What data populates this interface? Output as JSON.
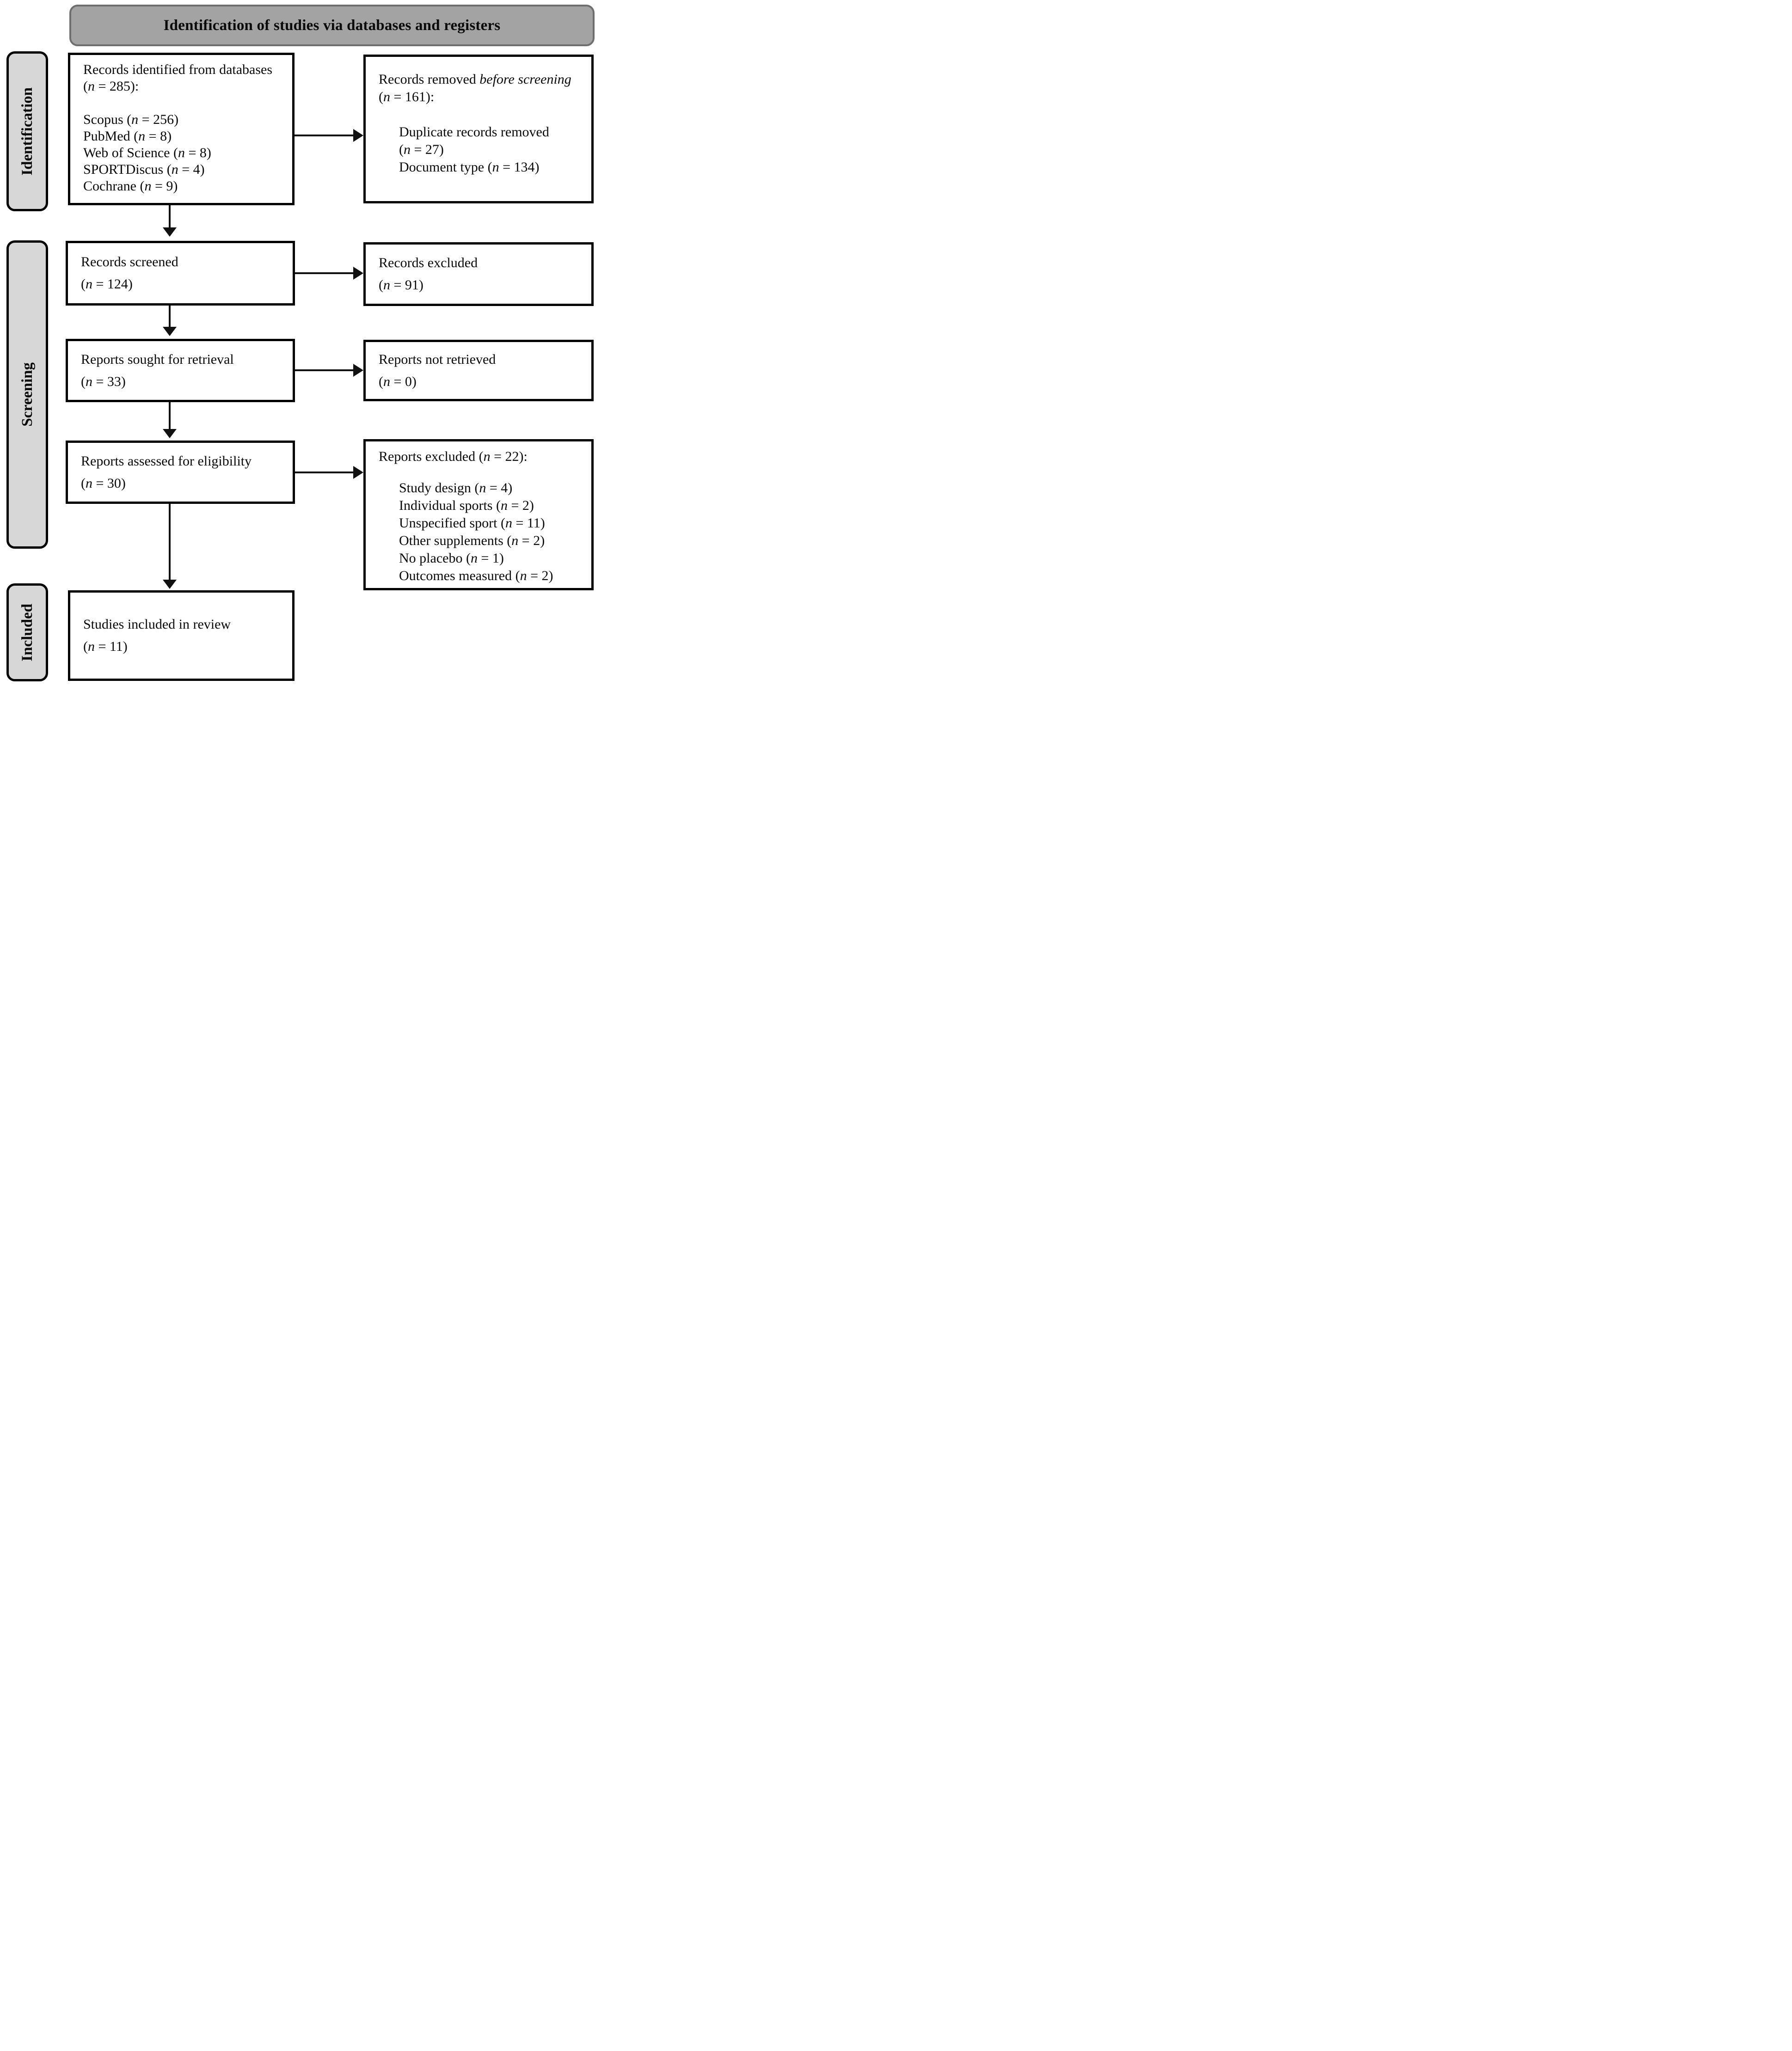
{
  "title": "Identification of studies via databases and registers",
  "colors": {
    "banner_fill": "#a3a3a3",
    "banner_border": "#6f6f6f",
    "stage_label_fill": "#d7d7d7",
    "box_border": "#000000",
    "arrow": "#111111"
  },
  "stage_labels": [
    {
      "label": "Identification"
    },
    {
      "label": "Screening"
    },
    {
      "label": "Included"
    }
  ],
  "boxes": {
    "records_identified": {
      "lines": [
        {
          "seg": [
            {
              "t": "Records identified from databases"
            }
          ]
        },
        {
          "seg": [
            {
              "t": "("
            },
            {
              "t": "n",
              "i": true
            },
            {
              "t": " = 285):"
            }
          ]
        },
        {
          "blank": true
        },
        {
          "seg": [
            {
              "t": "Scopus ("
            },
            {
              "t": "n",
              "i": true
            },
            {
              "t": " = 256)"
            }
          ]
        },
        {
          "seg": [
            {
              "t": "PubMed ("
            },
            {
              "t": "n",
              "i": true
            },
            {
              "t": " = 8)"
            }
          ]
        },
        {
          "seg": [
            {
              "t": "Web of Science ("
            },
            {
              "t": "n",
              "i": true
            },
            {
              "t": " = 8)"
            }
          ]
        },
        {
          "seg": [
            {
              "t": "SPORTDiscus ("
            },
            {
              "t": "n",
              "i": true
            },
            {
              "t": " = 4)"
            }
          ]
        },
        {
          "seg": [
            {
              "t": "Cochrane ("
            },
            {
              "t": "n",
              "i": true
            },
            {
              "t": " = 9)"
            }
          ]
        }
      ]
    },
    "records_removed": {
      "lines": [
        {
          "seg": [
            {
              "t": "Records removed "
            },
            {
              "t": "before screening",
              "i": true
            }
          ]
        },
        {
          "seg": [
            {
              "t": "("
            },
            {
              "t": "n",
              "i": true
            },
            {
              "t": " = 161):"
            }
          ]
        },
        {
          "blank": true
        },
        {
          "indent": true,
          "seg": [
            {
              "t": "Duplicate records removed"
            }
          ]
        },
        {
          "indent": true,
          "seg": [
            {
              "t": "("
            },
            {
              "t": "n",
              "i": true
            },
            {
              "t": " = 27)"
            }
          ]
        },
        {
          "indent": true,
          "seg": [
            {
              "t": "Document type ("
            },
            {
              "t": "n",
              "i": true
            },
            {
              "t": " = 134)"
            }
          ]
        }
      ]
    },
    "records_screened": {
      "lines": [
        {
          "seg": [
            {
              "t": "Records screened"
            }
          ]
        },
        {
          "seg": [
            {
              "t": "("
            },
            {
              "t": "n",
              "i": true
            },
            {
              "t": " = 124)"
            }
          ]
        }
      ]
    },
    "records_excluded": {
      "lines": [
        {
          "seg": [
            {
              "t": "Records excluded"
            }
          ]
        },
        {
          "seg": [
            {
              "t": "("
            },
            {
              "t": "n",
              "i": true
            },
            {
              "t": " = 91)"
            }
          ]
        }
      ]
    },
    "reports_sought": {
      "lines": [
        {
          "seg": [
            {
              "t": "Reports sought for retrieval"
            }
          ]
        },
        {
          "seg": [
            {
              "t": "("
            },
            {
              "t": "n",
              "i": true
            },
            {
              "t": " = 33)"
            }
          ]
        }
      ]
    },
    "reports_not_retrieved": {
      "lines": [
        {
          "seg": [
            {
              "t": "Reports not retrieved"
            }
          ]
        },
        {
          "seg": [
            {
              "t": "("
            },
            {
              "t": "n",
              "i": true
            },
            {
              "t": " = 0)"
            }
          ]
        }
      ]
    },
    "reports_assessed": {
      "lines": [
        {
          "seg": [
            {
              "t": "Reports assessed for eligibility"
            }
          ]
        },
        {
          "seg": [
            {
              "t": "("
            },
            {
              "t": "n",
              "i": true
            },
            {
              "t": " = 30)"
            }
          ]
        }
      ]
    },
    "reports_excluded": {
      "lines": [
        {
          "seg": [
            {
              "t": "Reports excluded ("
            },
            {
              "t": "n",
              "i": true
            },
            {
              "t": " = 22):"
            }
          ]
        },
        {
          "blank": true
        },
        {
          "indent": true,
          "seg": [
            {
              "t": "Study design ("
            },
            {
              "t": "n",
              "i": true
            },
            {
              "t": " = 4)"
            }
          ]
        },
        {
          "indent": true,
          "seg": [
            {
              "t": "Individual sports ("
            },
            {
              "t": "n",
              "i": true
            },
            {
              "t": " = 2)"
            }
          ]
        },
        {
          "indent": true,
          "seg": [
            {
              "t": "Unspecified sport ("
            },
            {
              "t": "n",
              "i": true
            },
            {
              "t": " = 11)"
            }
          ]
        },
        {
          "indent": true,
          "seg": [
            {
              "t": "Other supplements ("
            },
            {
              "t": "n",
              "i": true
            },
            {
              "t": " = 2)"
            }
          ]
        },
        {
          "indent": true,
          "seg": [
            {
              "t": "No placebo ("
            },
            {
              "t": "n",
              "i": true
            },
            {
              "t": " = 1)"
            }
          ]
        },
        {
          "indent": true,
          "seg": [
            {
              "t": "Outcomes measured ("
            },
            {
              "t": "n",
              "i": true
            },
            {
              "t": " = 2)"
            }
          ]
        }
      ]
    },
    "studies_included": {
      "lines": [
        {
          "seg": [
            {
              "t": "Studies included in review"
            }
          ]
        },
        {
          "seg": [
            {
              "t": "("
            },
            {
              "t": "n",
              "i": true
            },
            {
              "t": " = 11)"
            }
          ]
        }
      ]
    }
  }
}
